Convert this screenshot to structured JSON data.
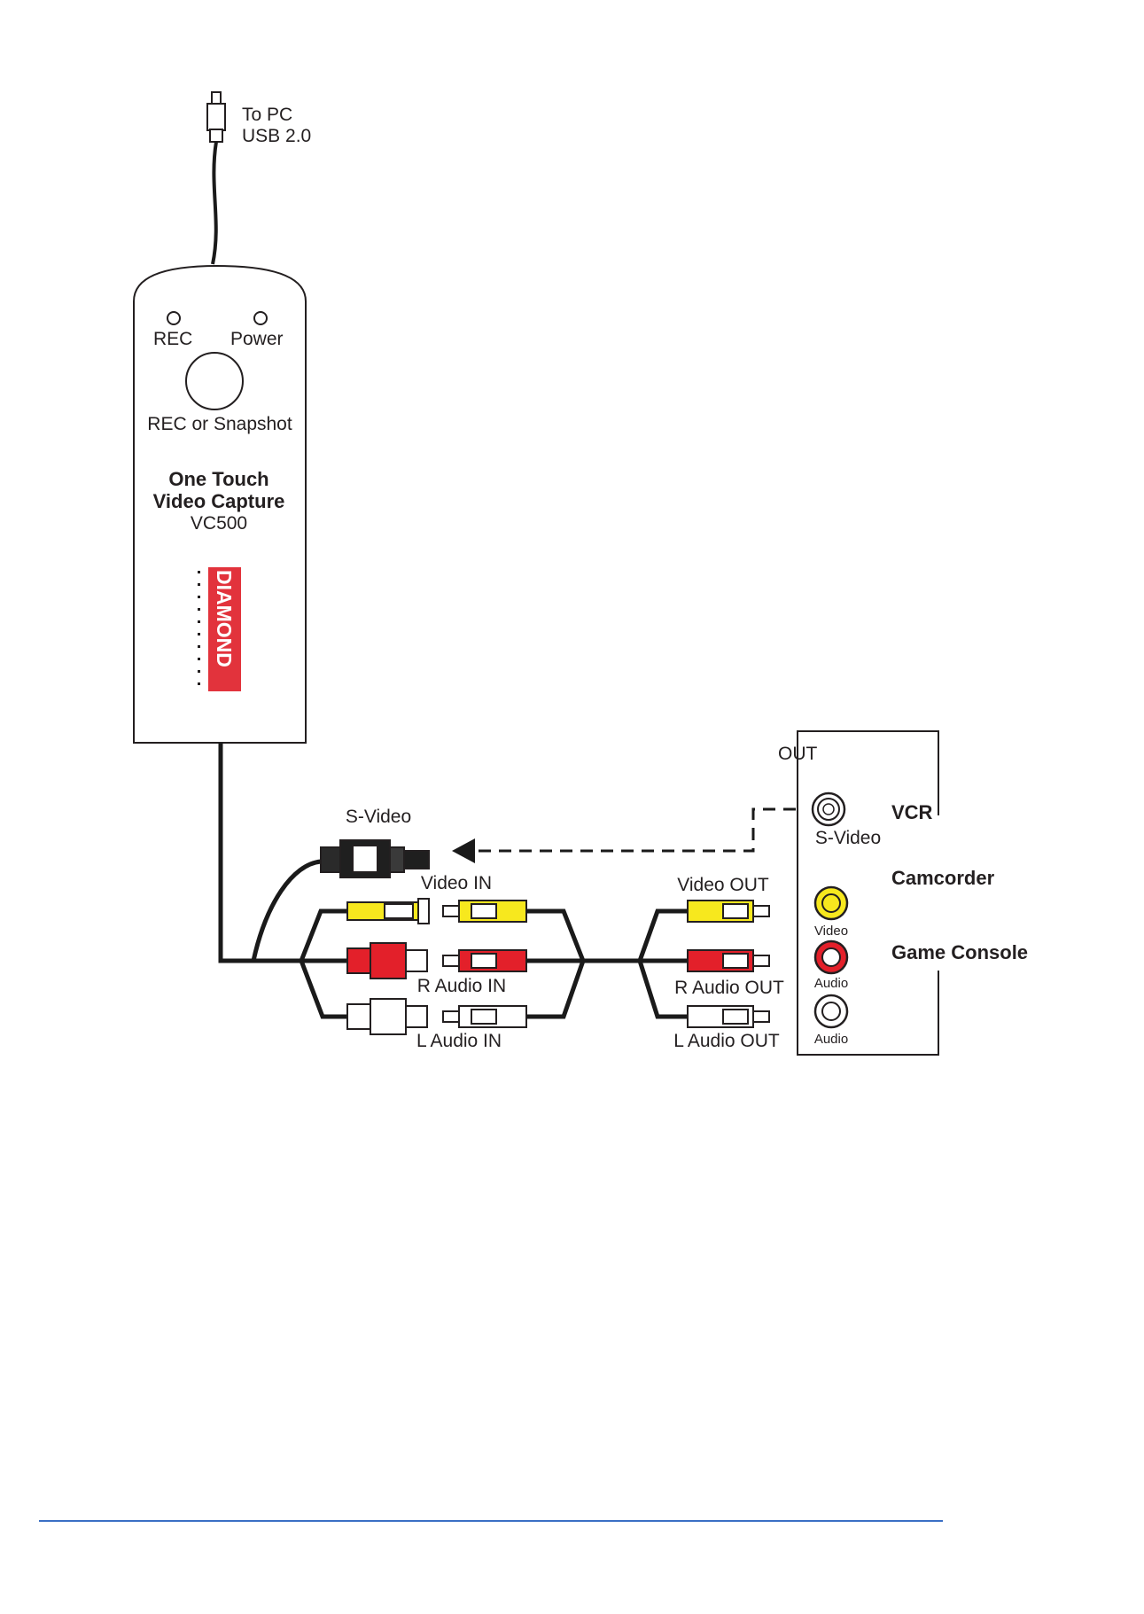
{
  "usb": {
    "line1": "To PC",
    "line2": "USB 2.0"
  },
  "device": {
    "rec_led": "REC",
    "power_led": "Power",
    "button": "REC or Snapshot",
    "name_line1": "One Touch",
    "name_line2": "Video Capture",
    "model": "VC500",
    "brand": "DIAMOND"
  },
  "inputs": {
    "svideo": "S-Video",
    "video": "Video IN",
    "r_audio": "R Audio IN",
    "l_audio": "L Audio IN"
  },
  "outputs": {
    "video": "Video OUT",
    "r_audio": "R Audio OUT",
    "l_audio": "L Audio OUT"
  },
  "panel": {
    "out": "OUT",
    "svideo": "S-Video",
    "video": "Video",
    "audio_r": "Audio",
    "audio_l": "Audio"
  },
  "sources": {
    "vcr": "VCR",
    "camcorder": "Camcorder",
    "game_console": "Game Console"
  },
  "colors": {
    "video": "#f7e81e",
    "r_audio": "#e3202a",
    "l_audio": "#ffffff",
    "cable": "#1a1a1a",
    "brand": "#e2333c",
    "footer_rule": "#3a6fc4"
  }
}
